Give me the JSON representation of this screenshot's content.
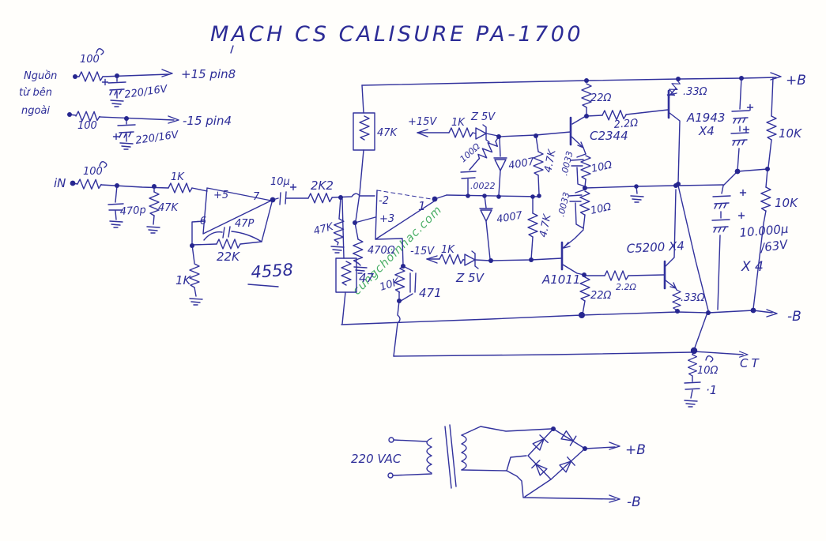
{
  "title": "MACH CS CALISURE PA-1700",
  "watermark": "cungchoinhac.com",
  "colors": {
    "ink": "#31319c",
    "watermark": "#2ba14d",
    "paper": "#fffefb"
  },
  "psu_top": {
    "note1": "Nguồn",
    "note2": "từ bên",
    "note3": "ngoài",
    "r1": "100",
    "c1": "220/16V",
    "out1": "+15 pin8",
    "r2": "100",
    "c2": "220/16V",
    "out2": "-15 pin4"
  },
  "input": {
    "in": "iN",
    "r_series": "100",
    "c_in": "470p",
    "r_shunt": "47K",
    "r1k": "1K",
    "pin5": "+5",
    "pin6": "-6",
    "pin7": "7",
    "c_fb": "47P",
    "r_fb": "22K",
    "r_gnd": "1K",
    "ic": "4558"
  },
  "stage2": {
    "c_couple": "10µ",
    "r_2k2": "2K2",
    "r_shunt": "47K",
    "pin2": "-2",
    "pin3": "+3",
    "pin1": "1",
    "r_box_top": "47K",
    "r_470": "470Ω",
    "r_box": "47",
    "r_10k": "10K",
    "c_471": "471"
  },
  "bias_pos": {
    "v": "+15V",
    "r": "1K",
    "z": "Z 5V",
    "r100": "100Ω",
    "c": ".0022",
    "d": "4007",
    "r_47k": "4.7K"
  },
  "bias_neg": {
    "v": "-15V",
    "r": "1K",
    "z": "Z 5V",
    "d": "4007",
    "r_47k": "4.7K"
  },
  "driver_pos": {
    "r22": "22Ω",
    "q": "C2344",
    "r_2r2": "2.2Ω",
    "r10_1": "10Ω",
    "c_1": ".0033",
    "r10_2": "10Ω",
    "c_2": ".0033"
  },
  "driver_neg": {
    "q": "A1011",
    "r22": "22Ω",
    "r_2r2": "2.2Ω"
  },
  "output_pos": {
    "q": "A1943",
    "qty": "X4",
    "r33": ".33Ω",
    "rail": "+B"
  },
  "output_neg": {
    "q": "C5200 X4",
    "r33": ".33Ω",
    "rail": "-B"
  },
  "cap_bank": {
    "r10k_1": "10K",
    "r10k_2": "10K",
    "value": "10.000µ",
    "voltage": "/63V",
    "qty": "X 4"
  },
  "zobel": {
    "label": "CT",
    "r": "10Ω",
    "c": "·1"
  },
  "mains": {
    "voltage": "220 VAC",
    "pos": "+B",
    "neg": "-B"
  }
}
